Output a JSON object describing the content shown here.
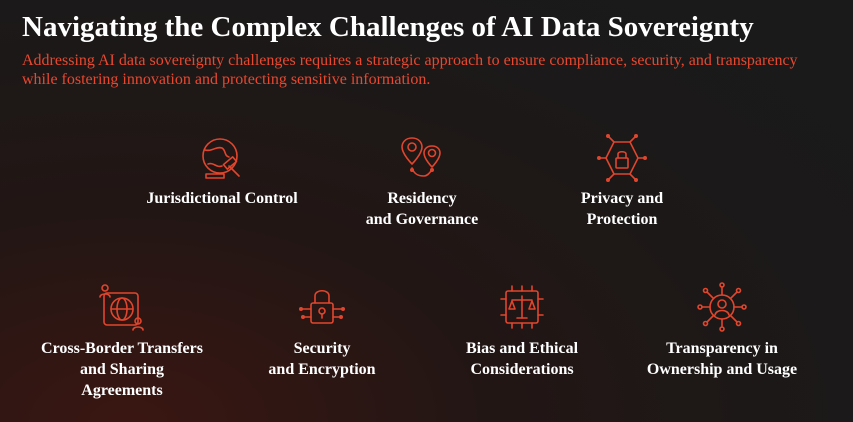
{
  "header": {
    "title": "Navigating the Complex Challenges of AI Data Sovereignty",
    "subtitle": "Addressing AI data sovereignty challenges requires a strategic approach to ensure compliance, security, and transparency while fostering innovation and protecting sensitive information."
  },
  "colors": {
    "accent": "#e0462d",
    "subtitle": "#e8482f",
    "text": "#ffffff",
    "background": "#1b1919"
  },
  "items": [
    {
      "icon": "globe-gavel-icon",
      "line1": "Jurisdictional Control",
      "line2": "",
      "line3": ""
    },
    {
      "icon": "location-pins-icon",
      "line1": "Residency",
      "line2": "and Governance",
      "line3": ""
    },
    {
      "icon": "shield-lock-network-icon",
      "line1": "Privacy and",
      "line2": "Protection",
      "line3": ""
    },
    {
      "icon": "globe-users-transfer-icon",
      "line1": "Cross-Border Transfers",
      "line2": "and Sharing",
      "line3": "Agreements"
    },
    {
      "icon": "padlock-circuit-icon",
      "line1": "Security",
      "line2": "and Encryption",
      "line3": ""
    },
    {
      "icon": "scales-chip-icon",
      "line1": "Bias and Ethical",
      "line2": "Considerations",
      "line3": ""
    },
    {
      "icon": "user-network-icon",
      "line1": "Transparency in",
      "line2": "Ownership and Usage",
      "line3": ""
    }
  ]
}
